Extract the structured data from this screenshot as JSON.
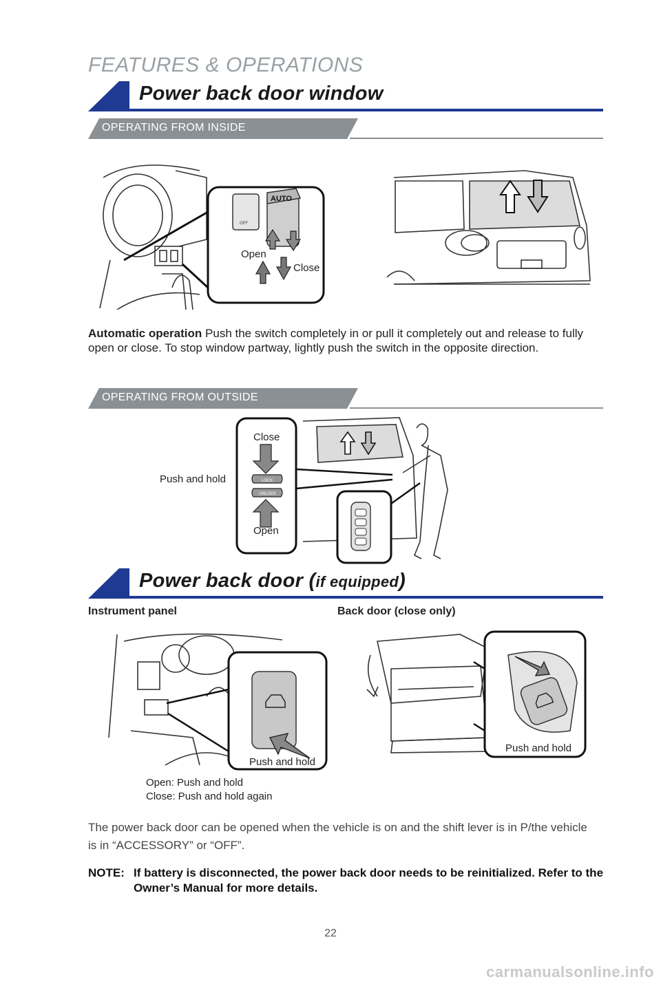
{
  "page": {
    "section": "FEATURES & OPERATIONS",
    "page_number": "22",
    "watermark": "carmanualsonline.info"
  },
  "window": {
    "title": "Power back door window",
    "inside_heading": "OPERATING FROM INSIDE",
    "inside_labels": {
      "open": "Open",
      "close": "Close",
      "auto": "AUTO",
      "off": "OFF"
    },
    "auto_title": "Automatic operation",
    "auto_text": " Push the switch completely in or pull it completely out and release to fully open or close. To stop window partway, lightly push the switch in the opposite direction.",
    "outside_heading": "OPERATING FROM OUTSIDE",
    "outside_labels": {
      "close": "Close",
      "open": "Open",
      "push_hold": "Push and hold",
      "lock": "LOCK",
      "unlock": "UNLOCK"
    }
  },
  "door": {
    "title_main": "Power back door (",
    "title_small": "if equipped",
    "title_end": ")",
    "panel_caption": "Instrument panel",
    "back_caption": "Back door (close only)",
    "push_hold_left": "Push and hold",
    "push_hold_right": "Push and hold",
    "open_line": "Open: Push and hold",
    "close_line": "Close: Push and hold again",
    "body_text": "The power back door can be opened when the vehicle is on and the shift lever is in P/the vehicle is in “ACCESSORY” or “OFF”.",
    "note_label": "NOTE:",
    "note_text": "If battery is disconnected, the power back door needs to be reinitialized. Refer to the Owner’s Manual for more details."
  }
}
